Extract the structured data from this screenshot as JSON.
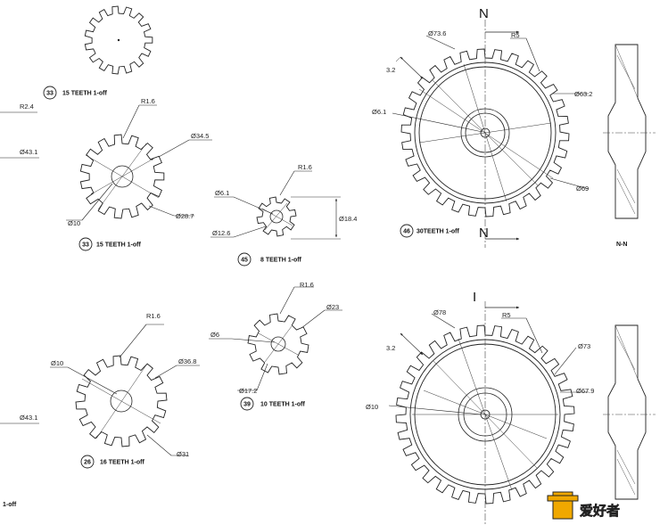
{
  "parts": {
    "p33a": {
      "balloon": "33",
      "caption": "15  TEETH  1-off"
    },
    "p33b": {
      "balloon": "33",
      "caption": "15  TEETH  1-off",
      "r_tip": "R1.6",
      "d_outer": "Ø34.5",
      "d_root": "Ø28.7",
      "d_bore": "Ø10"
    },
    "p45": {
      "balloon": "45",
      "caption": "8  TEETH  1-off",
      "r_tip": "R1.6",
      "d_bore": "Ø6.1",
      "d_root": "Ø12.6",
      "d_outer": "Ø18.4"
    },
    "p26": {
      "balloon": "26",
      "caption": "16  TEETH  1-off",
      "r_tip": "R1.6",
      "d_bore": "Ø10",
      "d_outer": "Ø36.8",
      "d_root": "Ø31"
    },
    "p39": {
      "balloon": "39",
      "caption": "10  TEETH  1-off",
      "r_tip": "R1.6",
      "d_outer": "Ø23",
      "d_bore": "Ø6",
      "d_root": "Ø17.2"
    },
    "p46": {
      "balloon": "46",
      "caption": "30TEETH  1-off",
      "d_outer": "Ø73.6",
      "r_tip": "R5",
      "d_pitch": "Ø63.2",
      "d_bore": "Ø6.1",
      "d_root": "Ø69",
      "thickness": "3.2"
    },
    "lower": {
      "d_outer": "Ø78",
      "r_tip": "R5",
      "d_pitch": "Ø73",
      "d_root": "Ø67.9",
      "d_bore": "Ø10",
      "thickness": "3.2"
    }
  },
  "left_edge": {
    "r": "R2.4",
    "d1": "Ø43.1",
    "d2": "Ø43.1",
    "suffix": "1-off"
  },
  "sections": {
    "top_letter": "N",
    "bottom_letter": "I",
    "view_label": "N-N"
  },
  "watermark": {
    "text": "爱好者"
  }
}
